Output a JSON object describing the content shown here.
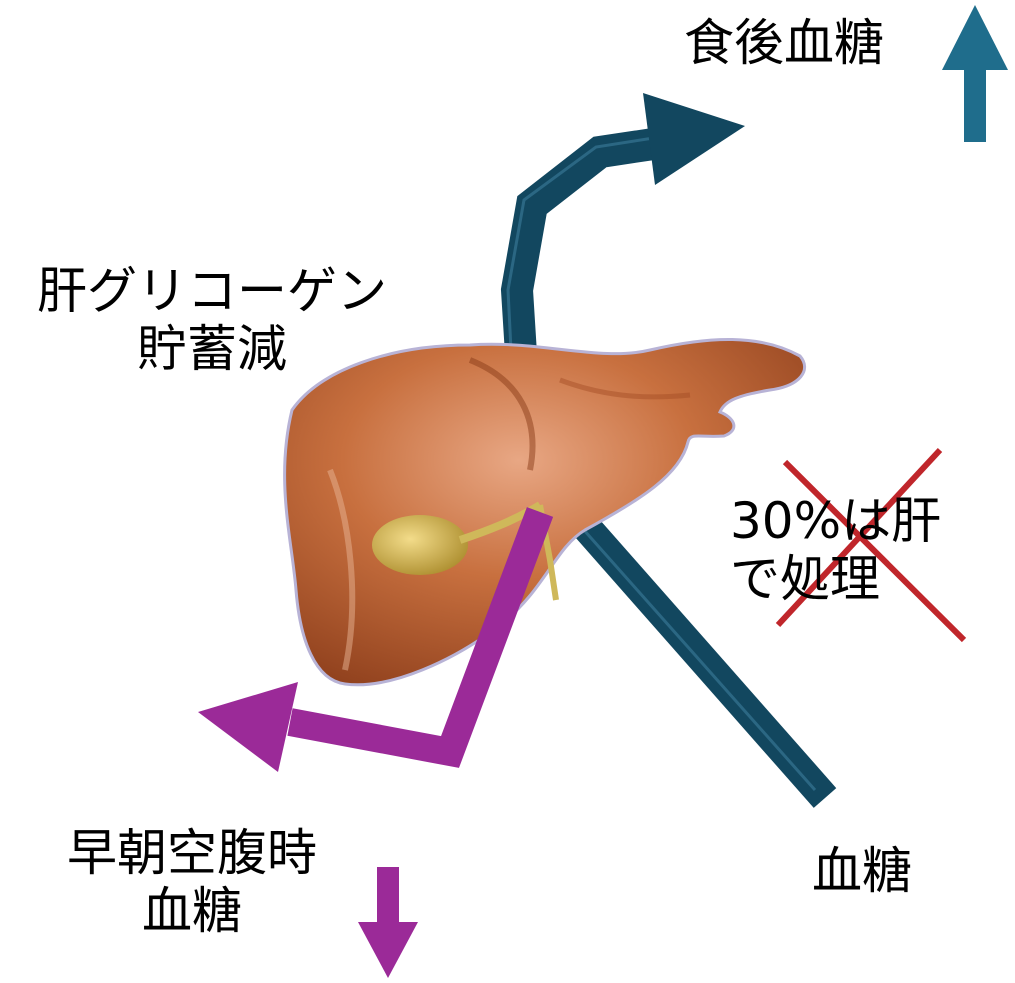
{
  "labels": {
    "postprandial": "食後血糖",
    "glycogen_line1": "肝グリコーゲン",
    "glycogen_line2": "貯蓄減",
    "liver_processing_line1": "30%は肝",
    "liver_processing_line2": "で処理",
    "fasting_line1": "早朝空腹時",
    "fasting_line2": "血糖",
    "blood_glucose": "血糖"
  },
  "colors": {
    "blood_arrow": "#12475f",
    "up_arrow": "#1f6d8c",
    "fasting_arrow": "#9b2a98",
    "cross": "#c0262b",
    "liver": "#c0653a"
  },
  "icons": {
    "liver": "liver-illustration",
    "up": "arrow-up-icon",
    "down": "arrow-down-icon",
    "cross": "cross-mark-icon"
  }
}
